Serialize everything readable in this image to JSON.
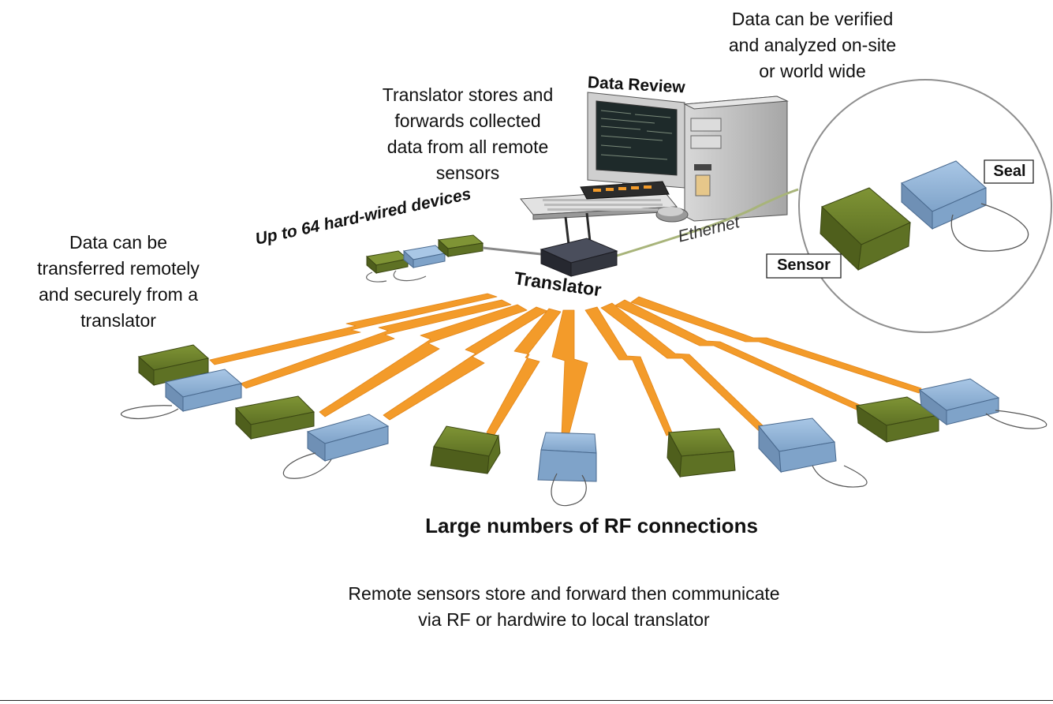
{
  "captions": {
    "data_verified": "Data can be verified\nand analyzed on-site\nor world wide",
    "translator_stores": "Translator stores and\nforwards collected\ndata from all remote\nsensors",
    "transferred_remotely": "Data can be\ntransferred remotely\nand securely from a\ntranslator",
    "remote_sensors": "Remote sensors store and forward then communicate\nvia RF or hardwire to local translator"
  },
  "labels": {
    "data_review": "Data Review",
    "hard_wired": "Up to 64 hard-wired devices",
    "ethernet": "Ethernet",
    "translator": "Translator",
    "seal": "Seal",
    "sensor": "Sensor",
    "rf_connections": "Large numbers of RF connections"
  },
  "colors": {
    "sensor_green": "#6b7f2a",
    "seal_blue": "#8fb2d6",
    "rf_bolt": "#f39b2a",
    "translator_box": "#3a3d4a",
    "ethernet_cable": "#a8b47a"
  }
}
